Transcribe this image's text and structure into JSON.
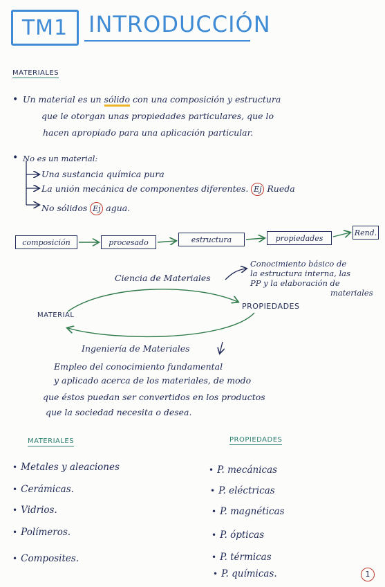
{
  "header": {
    "unit_label": "TM1",
    "title": "INTRODUCCIÓN"
  },
  "materiales_section": {
    "heading": "MATERIALES",
    "definition_lines": [
      "Un material es un sólido con una composición y estructura",
      "que le otorgan unas propiedades particulares, que lo",
      "hacen apropiado para una aplicación particular."
    ],
    "definition_prefix": "Un material es un ",
    "definition_highlight": "sólido",
    "definition_suffix": " con una composición y estructura",
    "not_materials_intro": "No es un material:",
    "not_materials": [
      {
        "text": "Una sustancia química pura",
        "example_mark": "",
        "example_text": ""
      },
      {
        "text": "La unión mecánica de componentes diferentes.",
        "example_mark": "Ej",
        "example_text": "Rueda"
      },
      {
        "text": "No sólidos",
        "example_mark": "Ej",
        "example_text": "agua."
      }
    ]
  },
  "flow": {
    "steps": [
      "composición",
      "procesado",
      "estructura",
      "propiedades",
      "Rend."
    ]
  },
  "science_diagram": {
    "ciencia_label": "Ciencia de Materiales",
    "ciencia_note": [
      "Conocimiento básico de",
      "la estructura interna, las",
      "PP y la elaboración de",
      "materiales"
    ],
    "material_label": "MATERIAL",
    "propiedades_label": "PROPIEDADES",
    "ingenieria_label": "Ingeniería de Materiales",
    "ingenieria_note": [
      "Empleo del conocimiento fundamental",
      "y aplicado acerca de los materiales, de modo",
      "que éstos puedan ser convertidos en los productos",
      "que la sociedad necesita o desea."
    ]
  },
  "materials_list": {
    "heading": "MATERIALES",
    "items": [
      "Metales y aleaciones",
      "Cerámicas.",
      "Vidrios.",
      "Polímeros.",
      "Composites."
    ]
  },
  "properties_list": {
    "heading": "PROPIEDADES",
    "items": [
      "P. mecánicas",
      "P. eléctricas",
      "P. magnéticas",
      "P. ópticas",
      "P. térmicas",
      "P. químicas."
    ]
  },
  "footer": {
    "page_number": "1"
  },
  "colors": {
    "ink": "#1f2a56",
    "title_blue": "#3f8bd6",
    "heading_teal": "#2b7d70",
    "highlight_yellow": "#f0b429",
    "example_red": "#c0392b"
  }
}
